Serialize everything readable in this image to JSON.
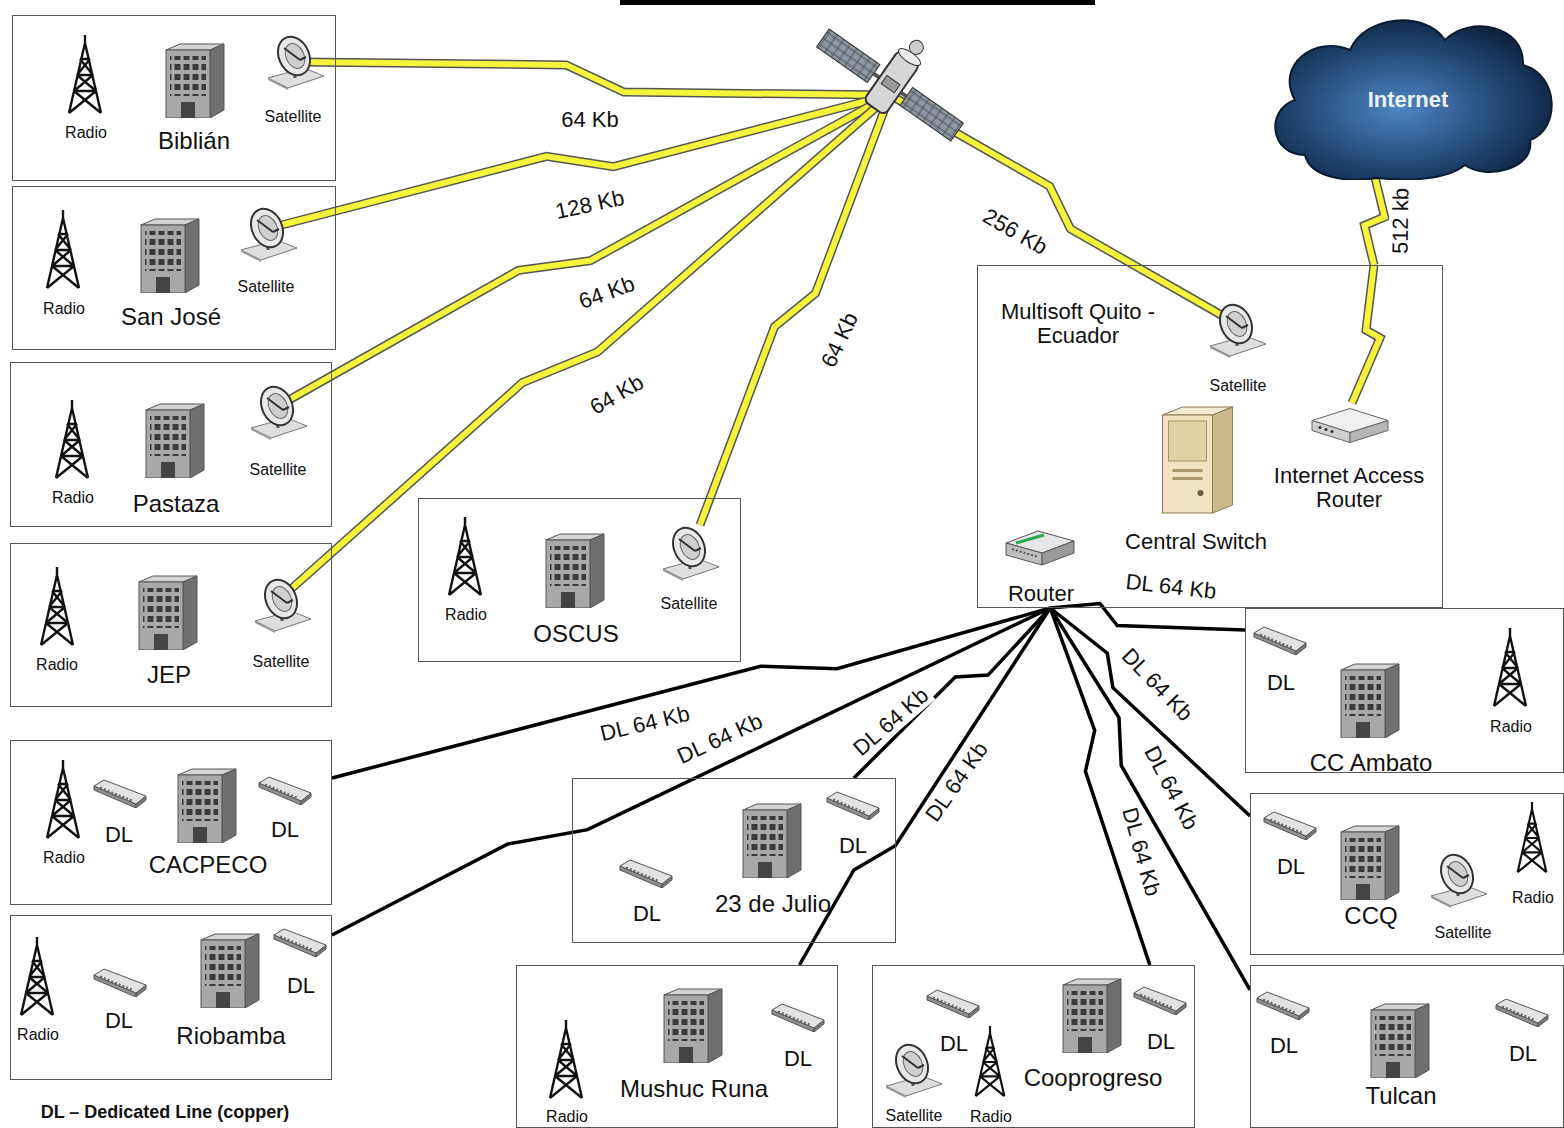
{
  "diagram": {
    "nodes": [
      {
        "text": [
          "Radio",
          "Biblián",
          "Satellite"
        ]
      },
      {
        "text": [
          "Radio",
          "San José",
          "Satellite"
        ]
      },
      {
        "text": [
          "Radio",
          "Pastaza",
          "Satellite"
        ]
      },
      {
        "text": [
          "Radio",
          "JEP",
          "Satellite"
        ]
      },
      {
        "text": [
          "Radio",
          "OSCUS",
          "Satellite"
        ]
      },
      {
        "text": [
          "Internet"
        ]
      },
      {
        "text": [
          "Multisoft Quito - Ecuador",
          "Satellite",
          "Internet Access Router",
          "Central Switch",
          "Router"
        ]
      },
      {
        "text": [
          "DL",
          "CC Ambato",
          "Radio"
        ]
      },
      {
        "text": [
          "Radio",
          "DL",
          "CACPECO",
          "DL"
        ]
      },
      {
        "text": [
          "DL",
          "23 de Julio",
          "DL"
        ]
      },
      {
        "text": [
          "DL",
          "CCQ",
          "Satellite",
          "Radio"
        ]
      },
      {
        "text": [
          "Radio",
          "DL",
          "Riobamba",
          "DL"
        ]
      },
      {
        "text": [
          "Radio",
          "Mushuc Runa",
          "DL"
        ]
      },
      {
        "text": [
          "DL",
          "Satellite",
          "Radio",
          "Cooprogreso",
          "DL"
        ]
      },
      {
        "text": [
          "DL",
          "Tulcan",
          "DL"
        ]
      }
    ],
    "edges": [
      {
        "from": 5,
        "to": 6,
        "label": "512 kb",
        "arrow": "none"
      },
      {
        "from": 6,
        "to": 7,
        "label": "DL 64 Kb",
        "arrow": "none"
      },
      {
        "from": 6,
        "to": 10,
        "label": "DL 64 Kb",
        "arrow": "none"
      },
      {
        "from": 6,
        "to": 14,
        "label": "DL 64 Kb",
        "arrow": "none"
      },
      {
        "from": 6,
        "to": 13,
        "label": "DL 64 Kb",
        "arrow": "none"
      },
      {
        "from": 6,
        "to": 12,
        "label": "DL 64 Kb",
        "arrow": "none"
      },
      {
        "from": 6,
        "to": 9,
        "label": "DL 64 Kb",
        "arrow": "none"
      },
      {
        "from": 6,
        "to": 11,
        "label": "DL 64 Kb",
        "arrow": "none"
      },
      {
        "from": 6,
        "to": 8,
        "label": "DL 64 Kb",
        "arrow": "none"
      }
    ],
    "labels": [
      "64 Kb",
      "128 Kb",
      "64 Kb",
      "64 Kb",
      "64 Kb",
      "256 Kb",
      "DL – Dedicated Line (copper)"
    ]
  }
}
